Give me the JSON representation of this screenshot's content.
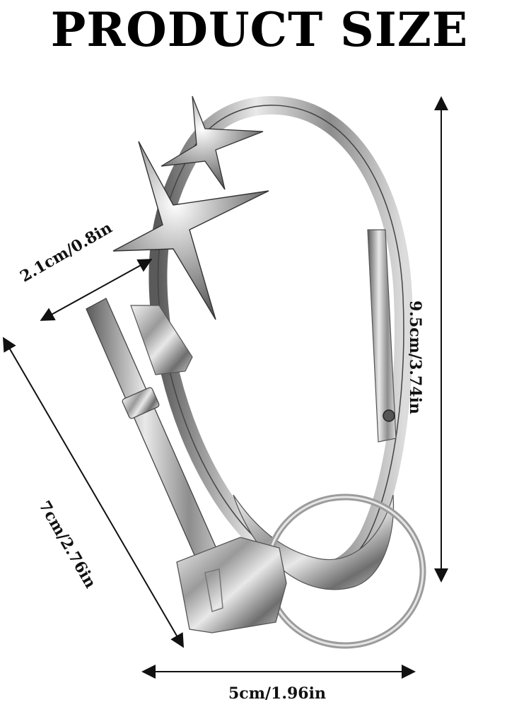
{
  "title": "PRODUCT SIZE",
  "dimensions": {
    "star_width": "2.1cm/0.8in",
    "height": "9.5cm/3.74in",
    "diagonal": "7cm/2.76in",
    "width": "5cm/1.96in"
  }
}
